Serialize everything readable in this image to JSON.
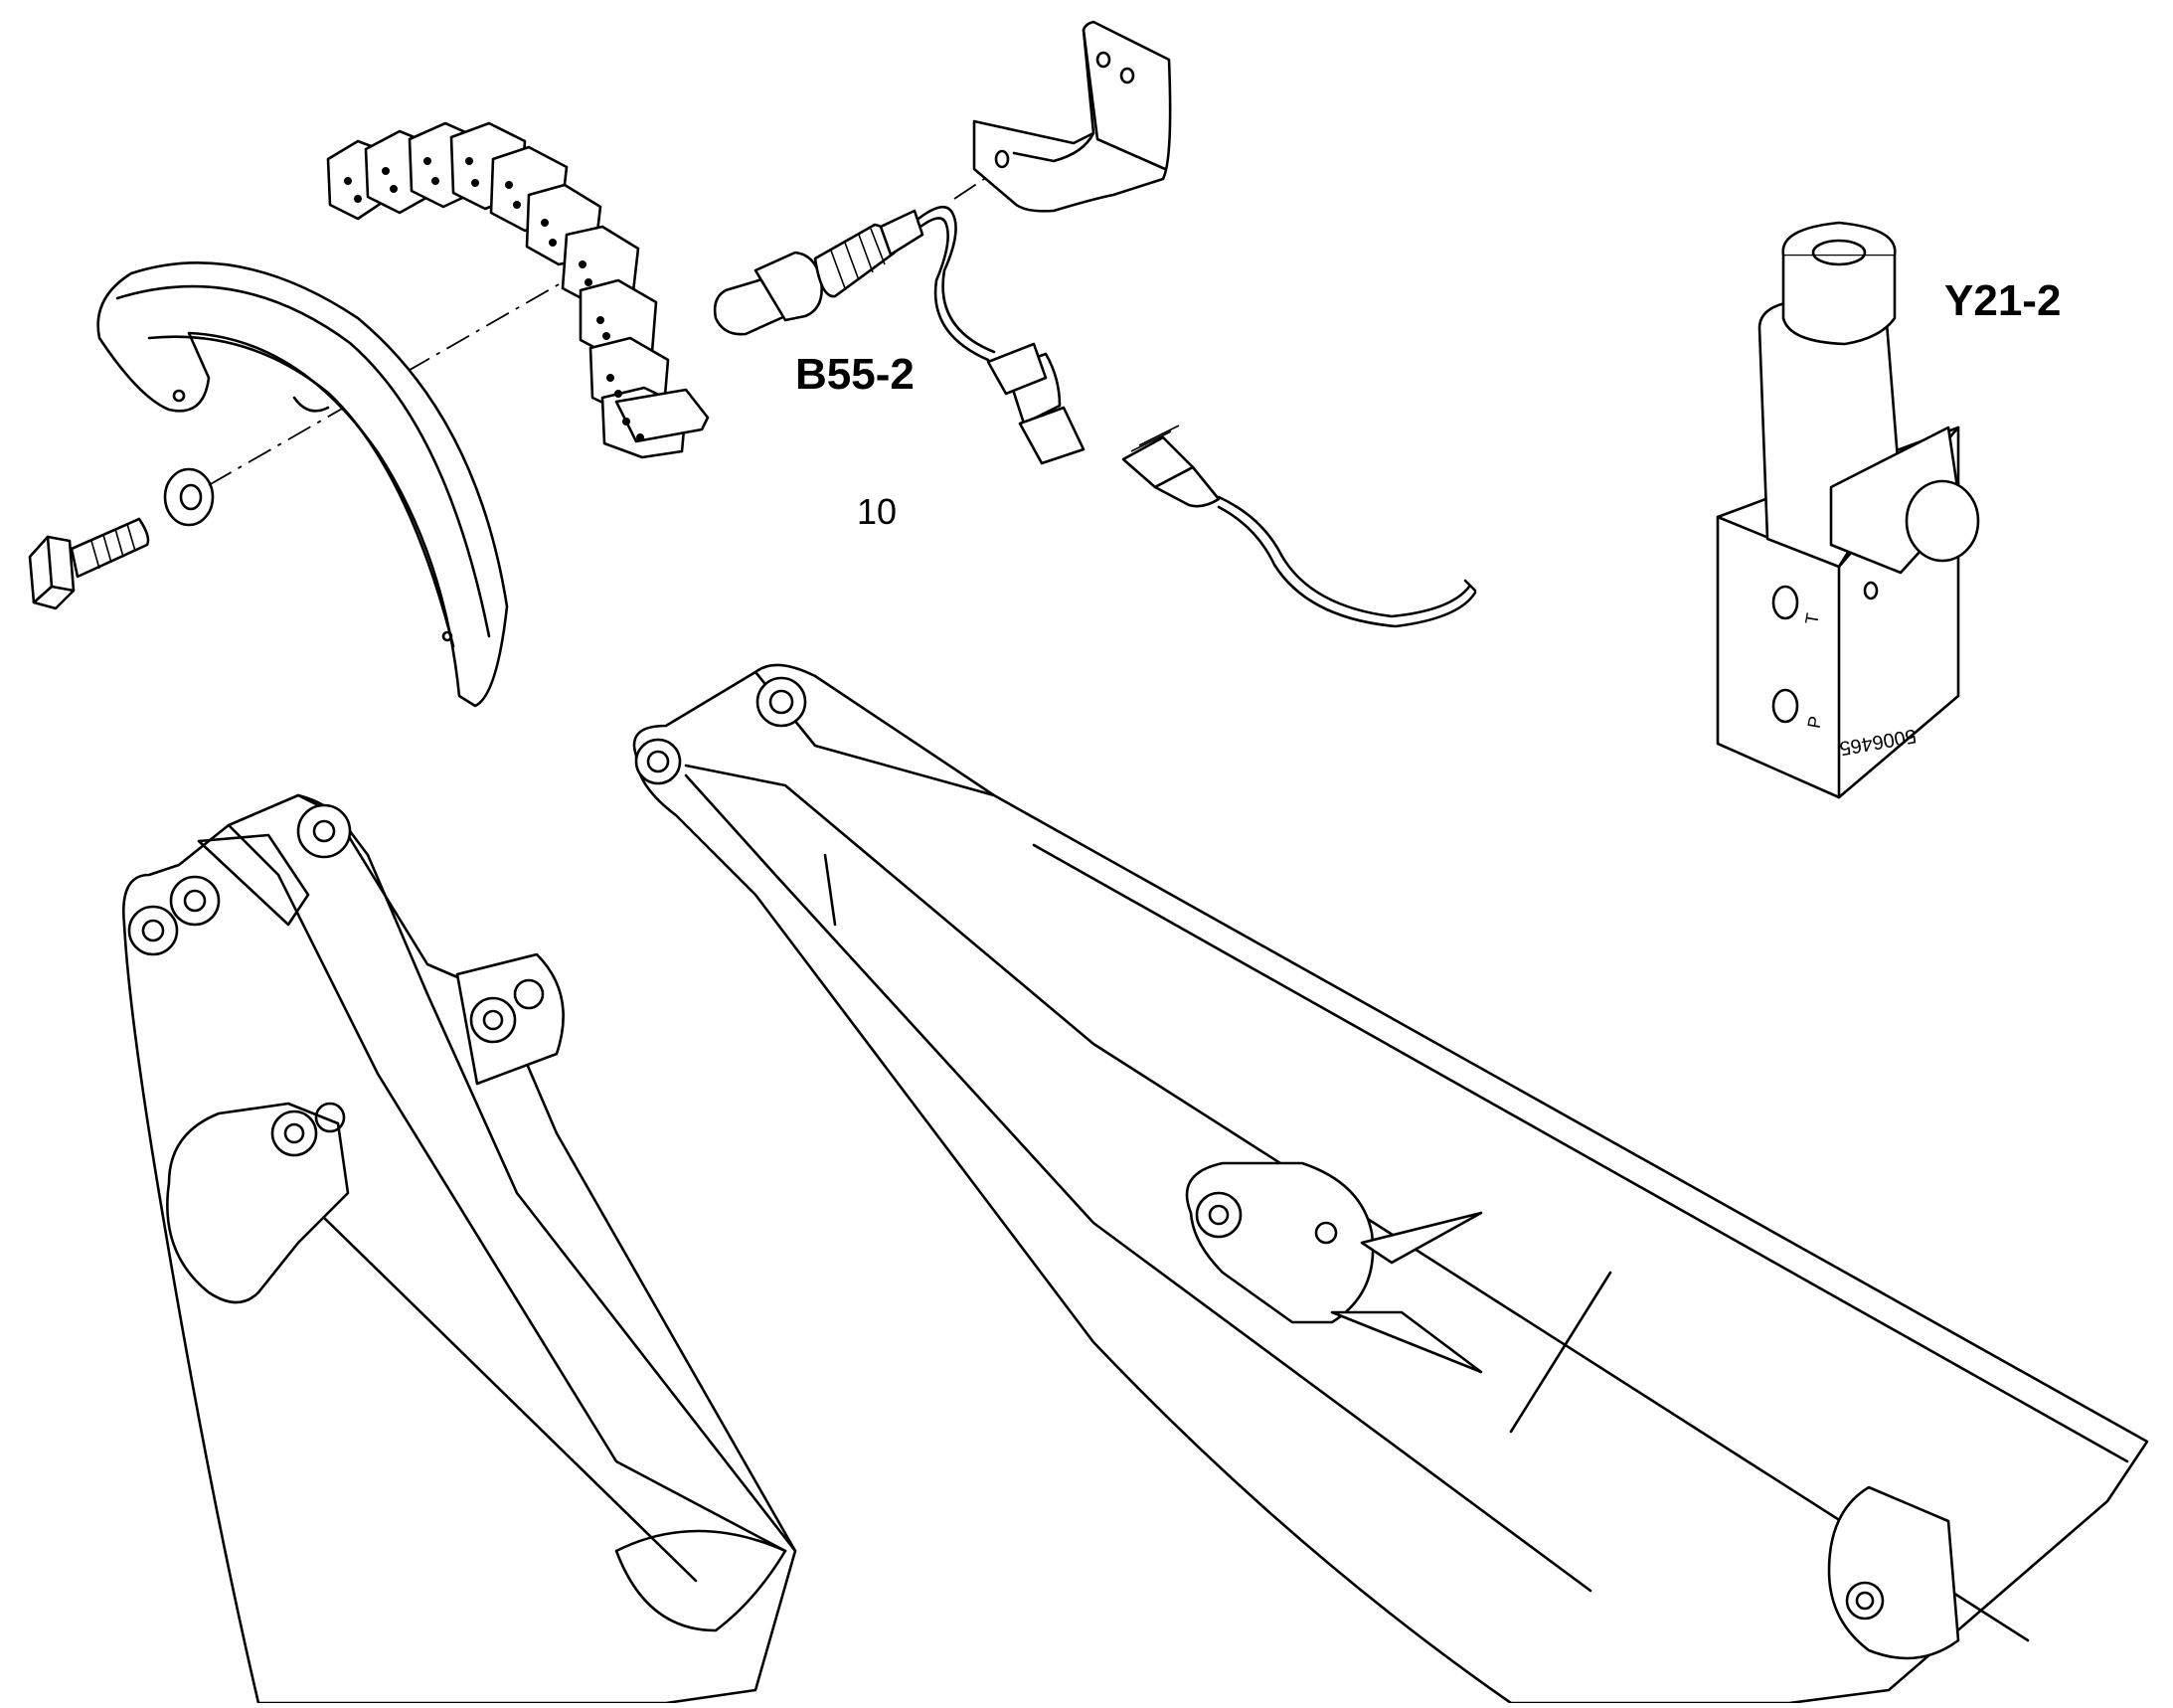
{
  "callouts": {
    "proximity_sensor": "B55-2",
    "valve": "Y21-2",
    "item_number": "10"
  },
  "valve_markings": {
    "port_t": "T",
    "port_p": "P",
    "part_number": "5006465"
  }
}
